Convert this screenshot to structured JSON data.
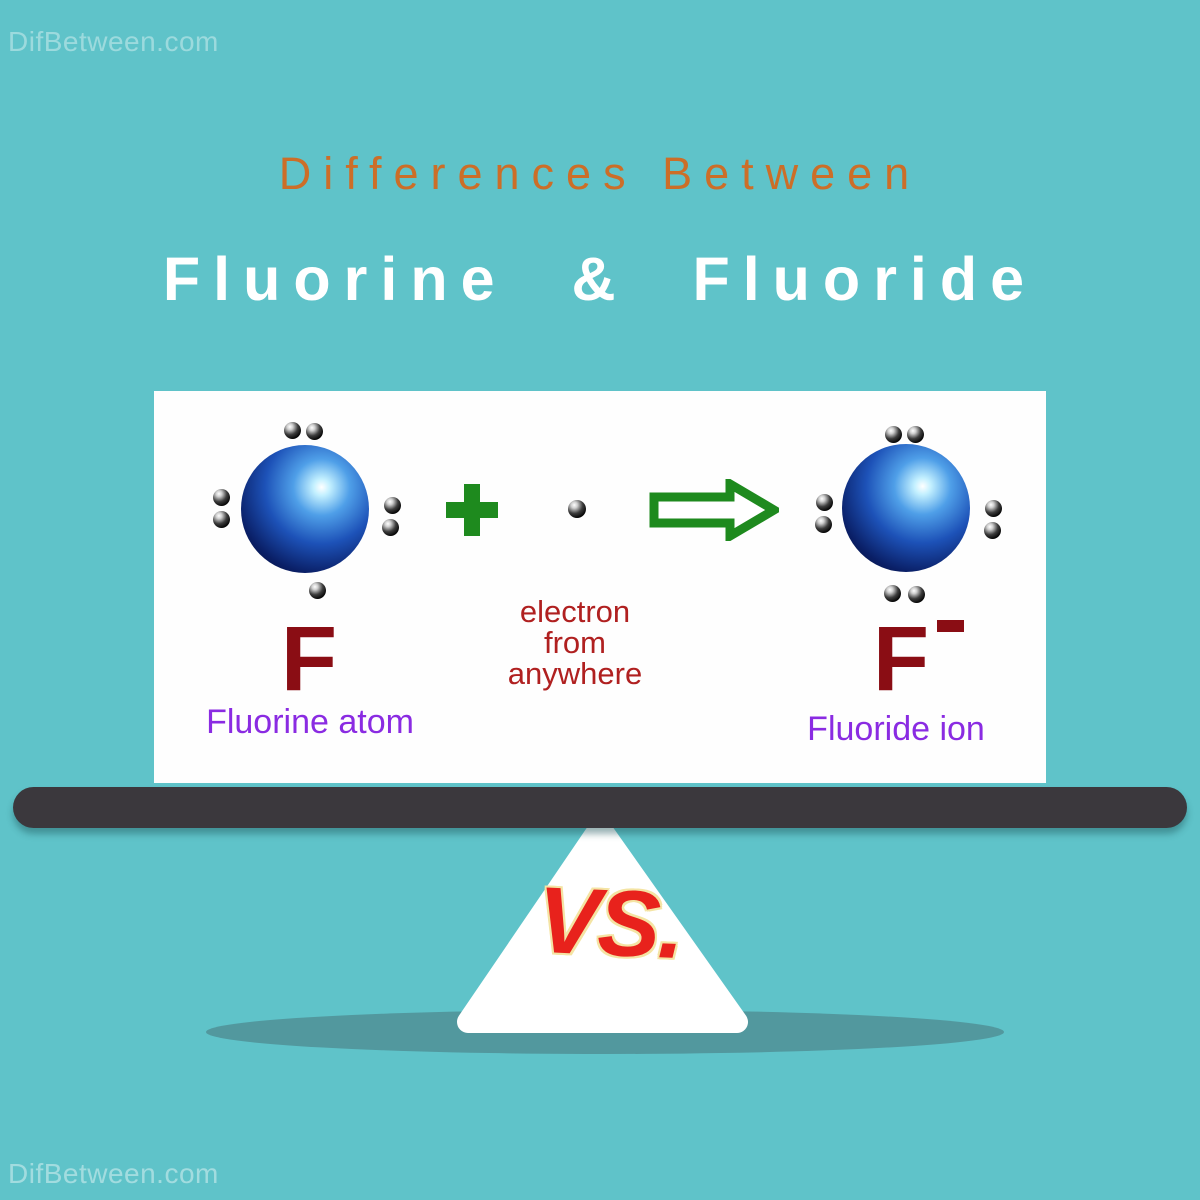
{
  "site": {
    "watermark_top": "DifBetween.com",
    "watermark_bottom": "DifBetween.com"
  },
  "header": {
    "kicker": "Differences Between",
    "title": "Fluorine  &  Fluoride"
  },
  "diagram": {
    "plus_sign": "+",
    "note": {
      "line1": "electron",
      "line2": "from",
      "line3": "anywhere"
    },
    "fluorine": {
      "symbol": "F",
      "label": "Fluorine atom",
      "valence_electrons": 7
    },
    "fluoride": {
      "symbol": "F",
      "charge": "−",
      "label": "Fluoride ion",
      "valence_electrons": 8
    }
  },
  "balance": {
    "vs_label": "VS."
  },
  "colors": {
    "background": "#5fc3c9",
    "kicker_orange": "#cc6e28",
    "title_white": "#ffffff",
    "symbol_maroon": "#8a0d14",
    "label_purple": "#8a2be2",
    "note_red": "#b02020",
    "reaction_green": "#1e8a1e",
    "beam_dark": "#3b383d",
    "vs_red": "#e8221c",
    "vs_outline": "#f4e4a4",
    "shadow_teal": "#52989e"
  }
}
